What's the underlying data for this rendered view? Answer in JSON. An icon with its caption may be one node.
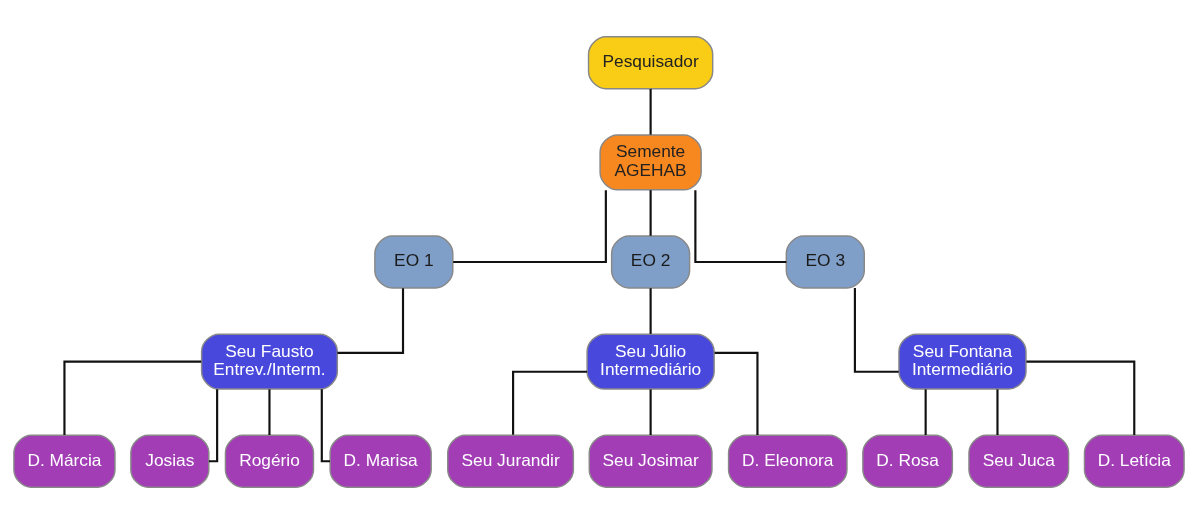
{
  "diagram": {
    "nodes": [
      {
        "text": [
          "Pesquisador"
        ]
      },
      {
        "text": [
          "Semente",
          "AGEHAB"
        ]
      },
      {
        "text": [
          "EO 1"
        ]
      },
      {
        "text": [
          "EO 2"
        ]
      },
      {
        "text": [
          "EO 3"
        ]
      },
      {
        "text": [
          "Seu Fausto",
          "Entrev./Interm."
        ]
      },
      {
        "text": [
          "Seu Júlio",
          "Intermediário"
        ]
      },
      {
        "text": [
          "Seu Fontana",
          "Intermediário"
        ]
      },
      {
        "text": [
          "D. Márcia"
        ]
      },
      {
        "text": [
          "Josias"
        ]
      },
      {
        "text": [
          "Rogério"
        ]
      },
      {
        "text": [
          "D. Marisa"
        ]
      },
      {
        "text": [
          "Seu Jurandir"
        ]
      },
      {
        "text": [
          "Seu Josimar"
        ]
      },
      {
        "text": [
          "D. Eleonora"
        ]
      },
      {
        "text": [
          "D. Rosa"
        ]
      },
      {
        "text": [
          "Seu Juca"
        ]
      },
      {
        "text": [
          "D. Letícia"
        ]
      }
    ],
    "edges": [
      {
        "from": 0,
        "to": 1,
        "arrow": "none"
      },
      {
        "from": 1,
        "to": 2,
        "arrow": "none"
      },
      {
        "from": 1,
        "to": 3,
        "arrow": "none"
      },
      {
        "from": 1,
        "to": 4,
        "arrow": "none"
      },
      {
        "from": 2,
        "to": 5,
        "arrow": "none"
      },
      {
        "from": 3,
        "to": 6,
        "arrow": "none"
      },
      {
        "from": 4,
        "to": 7,
        "arrow": "none"
      },
      {
        "from": 5,
        "to": 8,
        "arrow": "none"
      },
      {
        "from": 5,
        "to": 9,
        "arrow": "none"
      },
      {
        "from": 5,
        "to": 10,
        "arrow": "none"
      },
      {
        "from": 5,
        "to": 11,
        "arrow": "none"
      },
      {
        "from": 6,
        "to": 12,
        "arrow": "none"
      },
      {
        "from": 6,
        "to": 13,
        "arrow": "none"
      },
      {
        "from": 6,
        "to": 14,
        "arrow": "none"
      },
      {
        "from": 7,
        "to": 15,
        "arrow": "none"
      },
      {
        "from": 7,
        "to": 16,
        "arrow": "none"
      },
      {
        "from": 7,
        "to": 17,
        "arrow": "none"
      }
    ]
  }
}
